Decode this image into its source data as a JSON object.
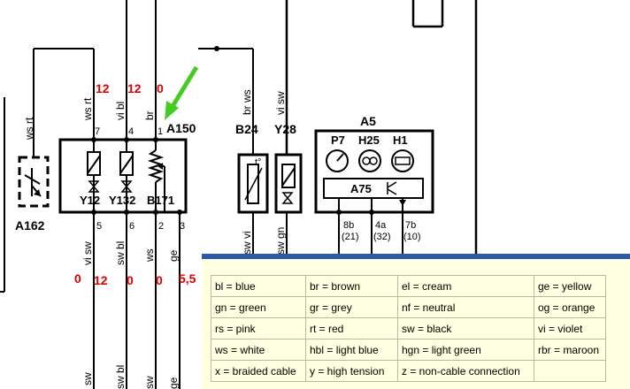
{
  "colors": {
    "readout": "#e00000",
    "arrow": "#44cc22",
    "legend_bg": "#ffffe1",
    "legend_bar": "#2a5aa8"
  },
  "components": {
    "a162": "A162",
    "a150": "A150",
    "b24": "B24",
    "y28": "Y28",
    "a5": "A5",
    "p7": "P7",
    "h25": "H25",
    "h1": "H1",
    "a75": "A75",
    "y12": "Y12",
    "y132": "Y132",
    "b171": "B171"
  },
  "wires": {
    "a162_top": "ws rt",
    "a150_p7": "ws rt",
    "a150_p4": "vi bl",
    "a150_p1": "br",
    "b24_top": "br ws",
    "y28_top": "vi sw",
    "a150_p5": "vi sw",
    "a150_p6": "sw bl",
    "a150_p2": "ws",
    "a150_p3": "ge",
    "b24_bot": "sw vi",
    "y28_bot": "sw gn",
    "bot1": "sw",
    "bot2": "sw bl",
    "bot3": "sw",
    "bot4": "ge"
  },
  "pins": {
    "p7": "7",
    "p4": "4",
    "p1": "1",
    "p5": "5",
    "p6": "6",
    "p2": "2",
    "p3": "3",
    "a5_1": "8b",
    "a5_1b": "(21)",
    "a5_2": "4a",
    "a5_2b": "(32)",
    "a5_3": "7b",
    "a5_3b": "(10)"
  },
  "readings": {
    "top_p7": "12",
    "top_p4": "12",
    "top_p1": "0",
    "bot_left": "0",
    "bot_p5": "12",
    "bot_p6": "0",
    "bot_p2": "0",
    "bot_p3": "5,5"
  },
  "legend": {
    "rows": [
      [
        "bl = blue",
        "br = brown",
        "el = cream",
        "ge = yellow"
      ],
      [
        "gn = green",
        "gr = grey",
        "nf = neutral",
        "og = orange"
      ],
      [
        "rs = pink",
        "rt = red",
        "sw = black",
        "vi = violet"
      ],
      [
        "ws = white",
        "hbl = light blue",
        "hgn = light green",
        "rbr = maroon"
      ],
      [
        "x = braided cable",
        "y = high tension",
        "z = non-cable connection",
        ""
      ]
    ]
  }
}
